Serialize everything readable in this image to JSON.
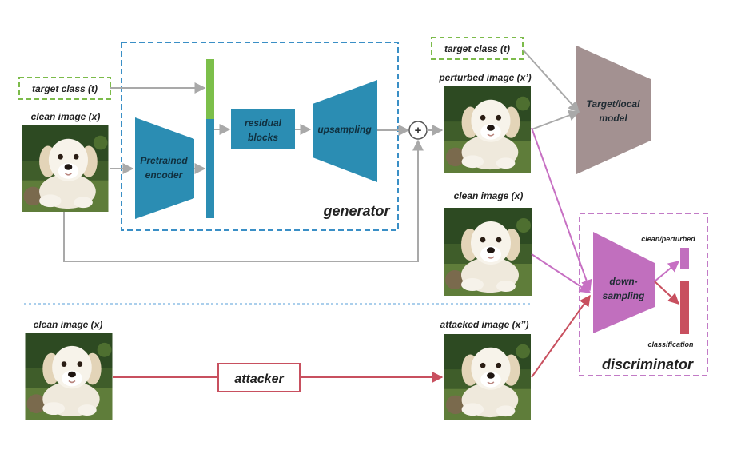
{
  "labels": {
    "target_class_left": "target class (t)",
    "clean_image_top": "clean image (x)",
    "pretrained_encoder_line1": "Pretrained",
    "pretrained_encoder_line2": "encoder",
    "residual_blocks_line1": "residual",
    "residual_blocks_line2": "blocks",
    "upsampling": "upsampling",
    "generator": "generator",
    "plus": "+",
    "target_class_right": "target class (t)",
    "perturbed_image": "perturbed image (x’)",
    "target_model_line1": "Target/local",
    "target_model_line2": "model",
    "clean_image_mid": "clean image (x)",
    "down_sampling_line1": "down-",
    "down_sampling_line2": "sampling",
    "clean_perturbed": "clean/perturbed",
    "classification": "classification",
    "discriminator": "discriminator",
    "clean_image_bottom": "clean image (x)",
    "attacker": "attacker",
    "attacked_image": "attacked image (x’’)"
  },
  "images": {
    "dog_icon": "dog-photo-icon"
  },
  "colors": {
    "generator_border": "#3a8fc6",
    "target_class_border": "#7cbb4a",
    "discriminator_border": "#c27bc6",
    "encoder_fill": "#2b8db3",
    "target_model_fill": "#a39191",
    "downsampling_fill": "#c16fbe",
    "attacker_red": "#c8505f",
    "arrow_gray": "#a9a9a9",
    "arrow_pink": "#c770c3",
    "separator_blue": "#8fbfe6",
    "bar_green": "#7cbf4a",
    "bar_blue": "#2b8db3"
  }
}
